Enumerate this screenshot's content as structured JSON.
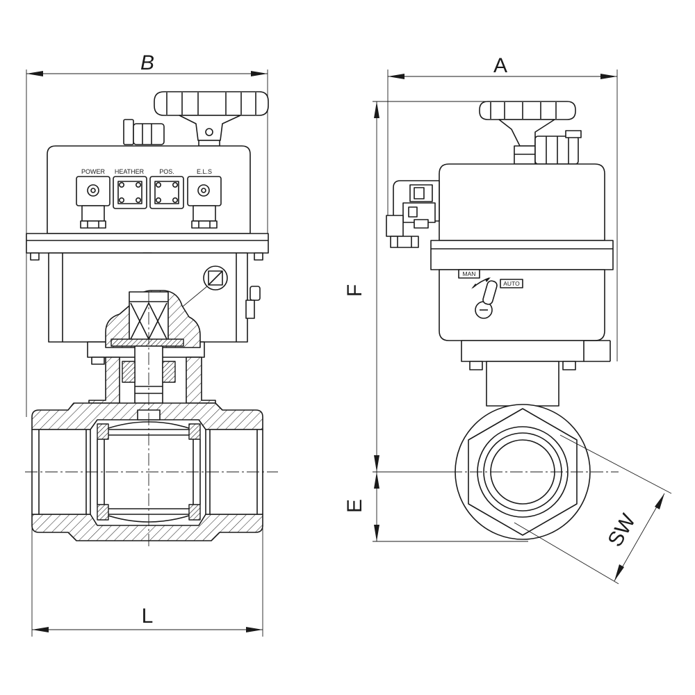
{
  "dimensions": {
    "B": "B",
    "A": "A",
    "F": "F",
    "E": "E",
    "L": "L",
    "SW": "SW"
  },
  "panel_labels": {
    "power": "POWER",
    "heater": "HEATHER",
    "pos": "POS.",
    "els": "E.L.S"
  },
  "selector": {
    "man": "MAN",
    "auto": "AUTO"
  }
}
